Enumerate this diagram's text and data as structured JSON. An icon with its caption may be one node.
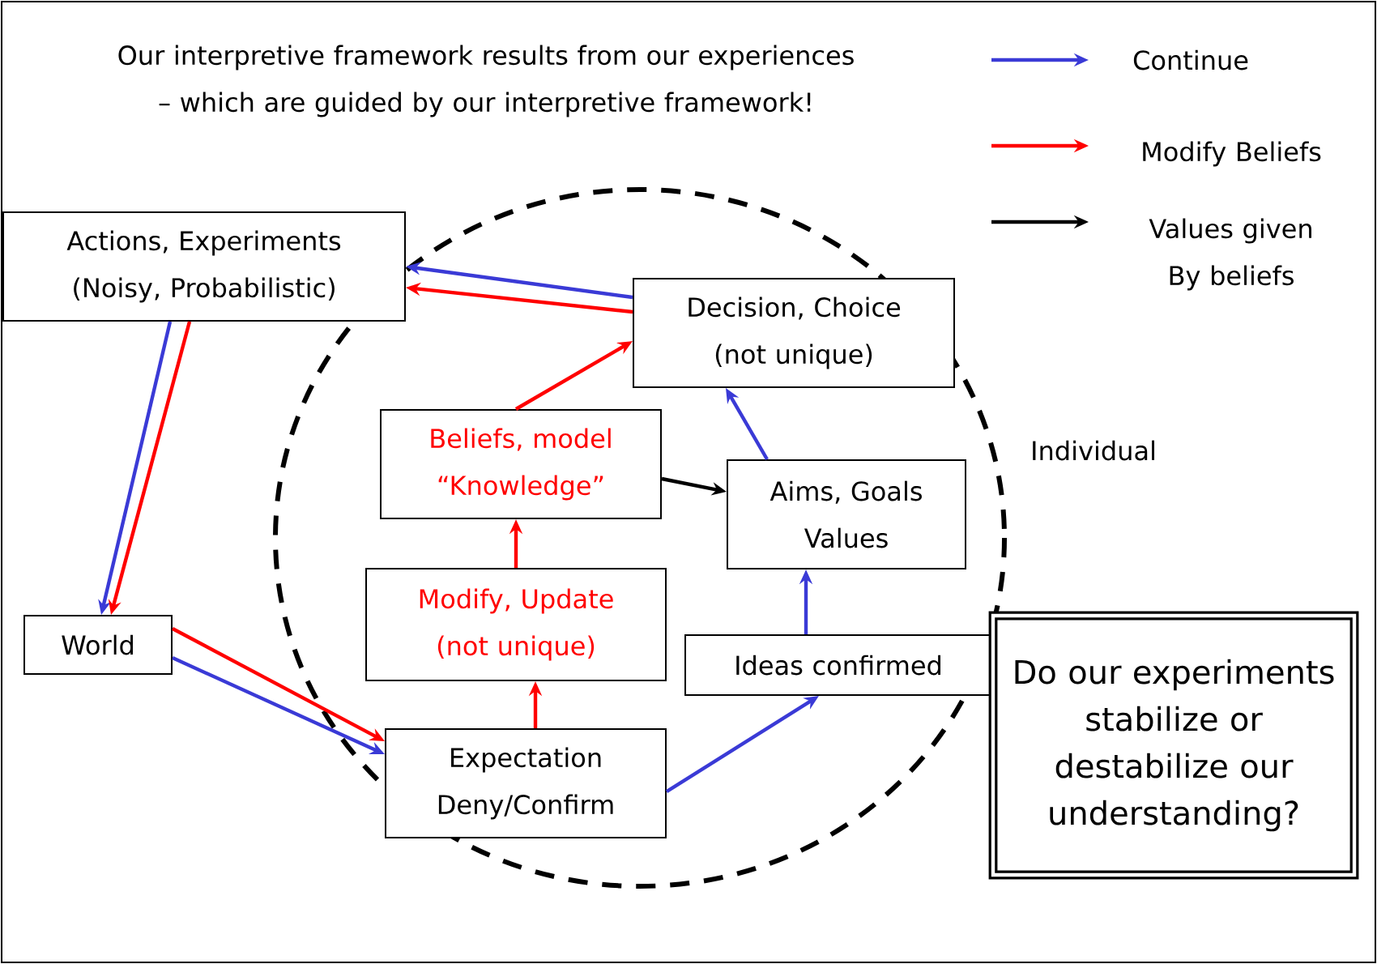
{
  "diagram": {
    "title": "Our interpretive framework results from our experiences – which are guided by our interpretive framework!",
    "nodes": [
      {
        "text": [
          "Actions, Experiments (Noisy, Probabilistic)"
        ]
      },
      {
        "text": [
          "Decision, Choice (not unique)"
        ]
      },
      {
        "text": [
          "Beliefs, model “Knowledge”"
        ]
      },
      {
        "text": [
          "Aims, Goals Values"
        ]
      },
      {
        "text": [
          "World"
        ]
      },
      {
        "text": [
          "Modify, Update (not unique)"
        ]
      },
      {
        "text": [
          "Ideas confirmed"
        ]
      },
      {
        "text": [
          "Expectation Deny/Confirm"
        ]
      },
      {
        "text": [
          "Do our experiments stabilize or destabilize our understanding?"
        ]
      }
    ],
    "edges": [
      {
        "from": 1,
        "to": 0,
        "arrow": "to",
        "color": "#3a3ad6"
      },
      {
        "from": 1,
        "to": 0,
        "arrow": "to",
        "color": "#ff0000"
      },
      {
        "from": 0,
        "to": 4,
        "arrow": "to",
        "color": "#3a3ad6"
      },
      {
        "from": 0,
        "to": 4,
        "arrow": "to",
        "color": "#ff0000"
      },
      {
        "from": 4,
        "to": 7,
        "arrow": "to",
        "color": "#3a3ad6"
      },
      {
        "from": 4,
        "to": 7,
        "arrow": "to",
        "color": "#ff0000"
      },
      {
        "from": 7,
        "to": 5,
        "arrow": "to",
        "color": "#ff0000"
      },
      {
        "from": 5,
        "to": 2,
        "arrow": "to",
        "color": "#ff0000"
      },
      {
        "from": 2,
        "to": 1,
        "arrow": "to",
        "color": "#ff0000"
      },
      {
        "from": 2,
        "to": 3,
        "arrow": "to",
        "color": "#000000"
      },
      {
        "from": 7,
        "to": 6,
        "arrow": "to",
        "color": "#3a3ad6"
      },
      {
        "from": 6,
        "to": 3,
        "arrow": "to",
        "color": "#3a3ad6"
      },
      {
        "from": 3,
        "to": 1,
        "arrow": "to",
        "color": "#3a3ad6"
      }
    ],
    "labels": [
      "Individual"
    ],
    "legend": [
      {
        "text": "Continue"
      },
      {
        "text": "Modify Beliefs"
      },
      {
        "text": "Values given By beliefs"
      }
    ]
  }
}
